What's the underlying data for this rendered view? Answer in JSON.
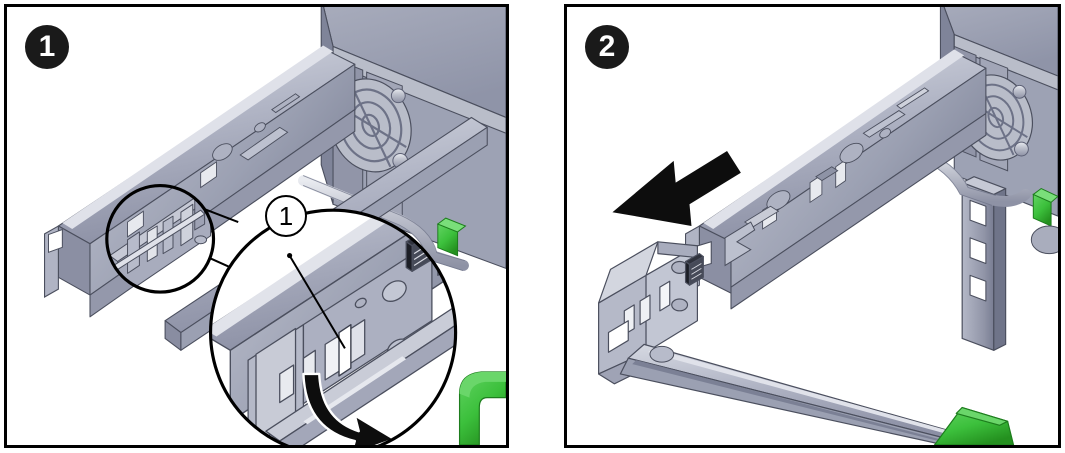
{
  "figure": {
    "title": "Rack rail mounting bracket removal",
    "panel_count": 2,
    "background_color": "#ffffff",
    "frame_color": "#000000"
  },
  "colors": {
    "metal_light": "#cdd0da",
    "metal_mid": "#a7abbb",
    "metal_dark": "#80859a",
    "metal_shadow": "#6b7086",
    "metal_highlight": "#e4e6ec",
    "green_tab": "#3cc03c",
    "green_dark": "#2a9a2a",
    "green_handle": "#39b54a",
    "outline": "#2b2b33",
    "arrow_black": "#0d0d0d",
    "badge_black": "#1a1a1a"
  },
  "panels": [
    {
      "id": "panel-1",
      "step_number": "1",
      "callouts": [
        {
          "id": "callout-1",
          "label": "1"
        }
      ],
      "detail_views": [
        {
          "name": "source-circle",
          "type": "circle"
        },
        {
          "name": "magnified-circle",
          "type": "circle"
        }
      ],
      "arrows": [
        {
          "name": "curved-release-arrow",
          "direction": "down-right",
          "style": "curved"
        }
      ],
      "components": [
        "slide-rail-assembly",
        "mounting-bracket-release-tab",
        "server-chassis",
        "chassis-fan",
        "fan-wire-guard",
        "tube-handle",
        "green-release-tab",
        "green-release-handle"
      ]
    },
    {
      "id": "panel-2",
      "step_number": "2",
      "callouts": [],
      "detail_views": [],
      "arrows": [
        {
          "name": "removal-direction-arrow",
          "direction": "up-left",
          "style": "straight"
        }
      ],
      "components": [
        "detached-mounting-bracket",
        "slide-rail-assembly",
        "inner-slide-rail",
        "rack-post",
        "rack-post-square-holes",
        "server-chassis",
        "chassis-fan",
        "fan-wire-guard",
        "tube-handle",
        "green-release-tab",
        "green-release-handle"
      ]
    }
  ]
}
